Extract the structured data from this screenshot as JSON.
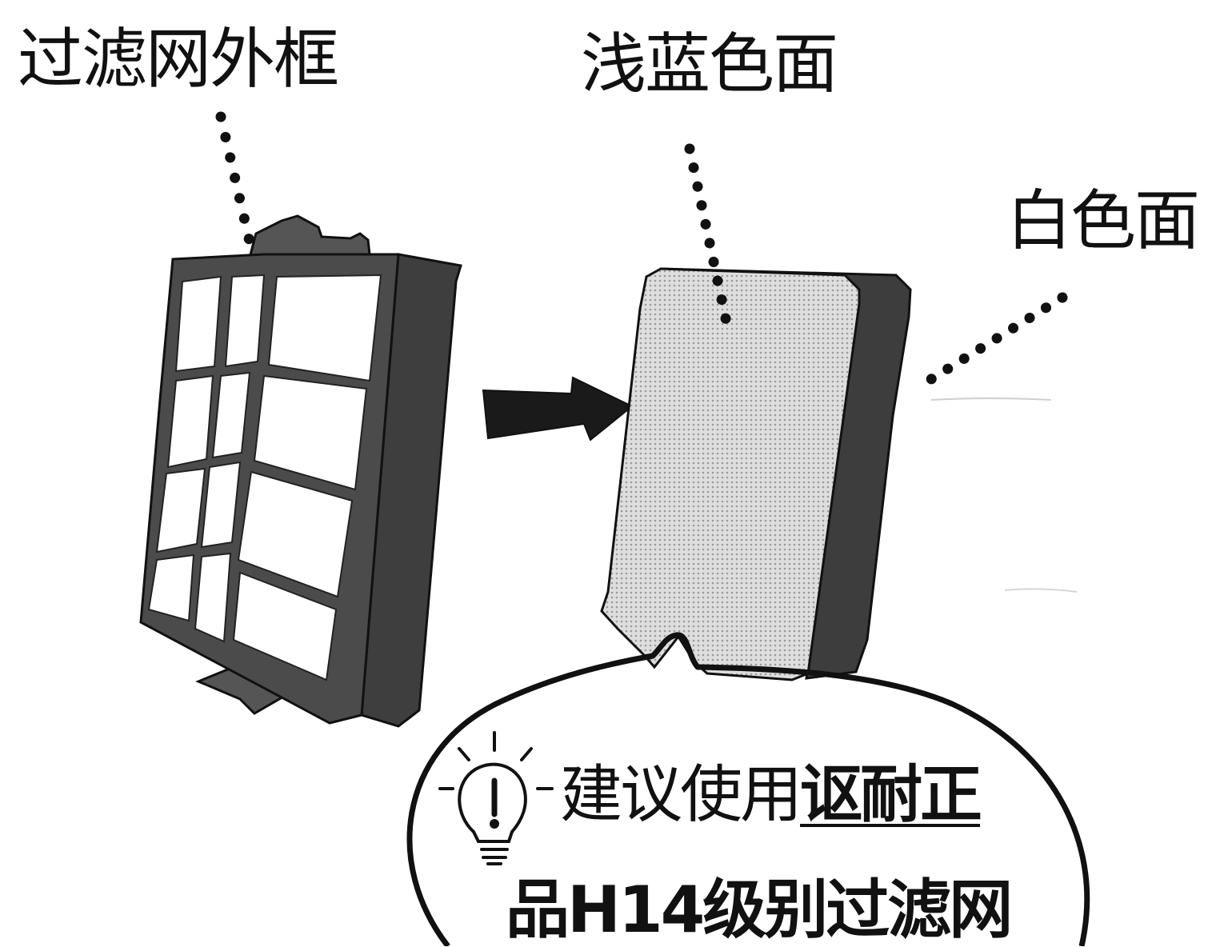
{
  "labels": {
    "frame": "过滤网外框",
    "blue_face": "浅蓝色面",
    "white_face": "白色面"
  },
  "tip": {
    "icon": "lightbulb-icon",
    "line1_normal": "建议使用",
    "line1_bold": "讴耐正",
    "line2_bold": "品H14级别过滤网"
  },
  "colors": {
    "ink": "#111111",
    "frame_gray": "#4a4a4a",
    "filter_face": "#d4d4d4",
    "filter_side": "#3c3c3c"
  }
}
